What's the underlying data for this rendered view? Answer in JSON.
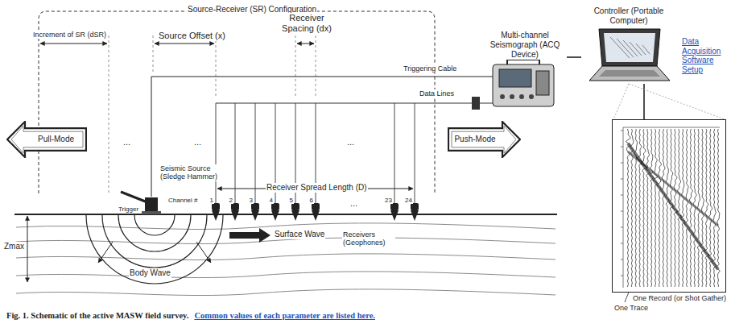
{
  "diagram": {
    "caption": "Fig. 1. Schematic of the active MASW field survey.",
    "nodes": [
      {
        "text": [
          "Pull-Mode"
        ]
      },
      {
        "text": [
          "Push-Mode"
        ]
      },
      {
        "text": [
          "Multi-channel Seismograph (ACQ Device)"
        ]
      },
      {
        "text": [
          "Controller (Portable Computer)"
        ]
      },
      {
        "text": [
          "One Record (or Shot Gather)"
        ]
      }
    ],
    "edges": [
      {
        "from": 2,
        "to": 3,
        "arrow": "none"
      },
      {
        "from": 3,
        "to": 4,
        "arrow": "none"
      }
    ],
    "labels": [
      "Source-Receiver (SR) Configuration",
      "Increment of SR (dSR)",
      "Source Offset (x)",
      "Receiver Spacing (dx)",
      "Triggering Cable",
      "Data Lines",
      "Data Acquisition Software Setup",
      "Seismic Source (Sledge Hammer)",
      "Trigger",
      "Receiver Spread Length (D)",
      "Channel #",
      "1",
      "2",
      "3",
      "4",
      "5",
      "6",
      "23",
      "24",
      "Receivers (Geophones)",
      "Surface Wave",
      "Body Wave",
      "Zmax",
      "...",
      "...",
      "...",
      "...",
      "One Trace",
      "Common values of each parameter are listed here."
    ]
  }
}
